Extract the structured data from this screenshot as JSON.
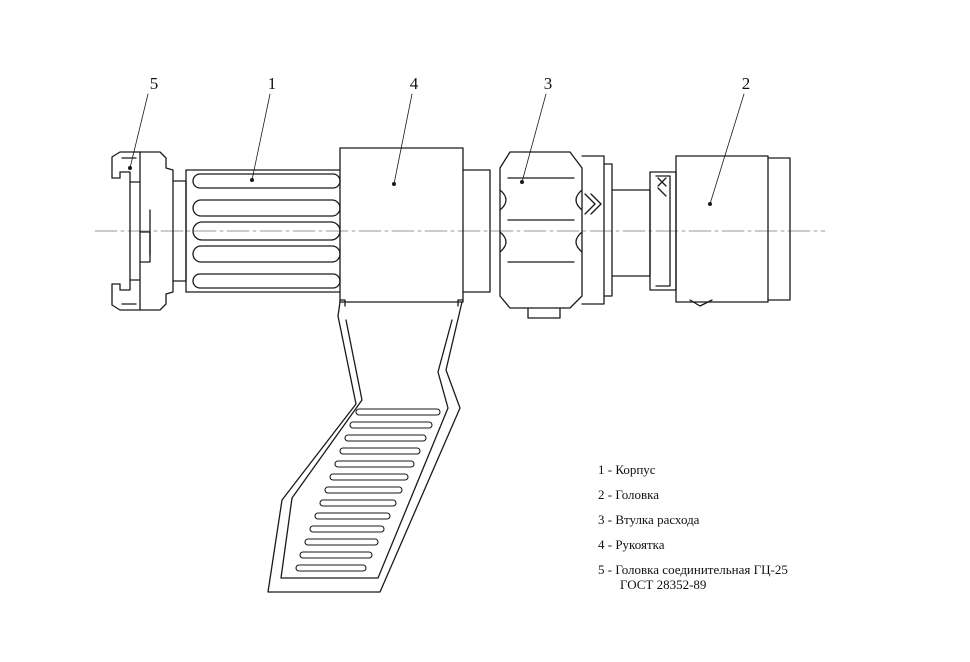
{
  "callouts": [
    {
      "id": "5",
      "label": "5"
    },
    {
      "id": "1",
      "label": "1"
    },
    {
      "id": "4",
      "label": "4"
    },
    {
      "id": "3",
      "label": "3"
    },
    {
      "id": "2",
      "label": "2"
    }
  ],
  "legend": {
    "items": [
      {
        "text": "1 - Корпус"
      },
      {
        "text": "2 - Головка"
      },
      {
        "text": "3 - Втулка расхода"
      },
      {
        "text": "4 - Рукоятка"
      },
      {
        "text": "5 - Головка соединительная ГЦ-25",
        "line2": "ГОСТ 28352-89"
      }
    ]
  },
  "colors": {
    "line": "#1a1a1a",
    "axis": "#777777"
  }
}
